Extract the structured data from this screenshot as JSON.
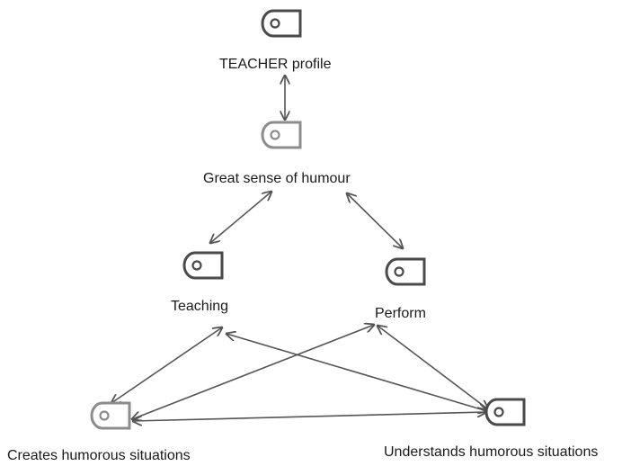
{
  "diagram": {
    "nodes": [
      {
        "id": "teacher",
        "label": "TEACHER profile",
        "icon": "code-node-icon",
        "emphasis": "dark"
      },
      {
        "id": "humour",
        "label": "Great sense of humour",
        "icon": "code-node-icon",
        "emphasis": "light"
      },
      {
        "id": "teaching",
        "label": "Teaching",
        "icon": "code-node-icon",
        "emphasis": "dark"
      },
      {
        "id": "perform",
        "label": "Perform",
        "icon": "code-node-icon",
        "emphasis": "dark"
      },
      {
        "id": "creates",
        "label": "Creates humorous situations",
        "icon": "code-node-icon",
        "emphasis": "light"
      },
      {
        "id": "understands",
        "label": "Understands humorous situations",
        "icon": "code-node-icon",
        "emphasis": "dark"
      }
    ],
    "edges": [
      {
        "from": "teacher",
        "to": "humour",
        "type": "bidirectional"
      },
      {
        "from": "humour",
        "to": "teaching",
        "type": "bidirectional"
      },
      {
        "from": "humour",
        "to": "perform",
        "type": "bidirectional"
      },
      {
        "from": "teaching",
        "to": "creates",
        "type": "bidirectional"
      },
      {
        "from": "teaching",
        "to": "understands",
        "type": "bidirectional"
      },
      {
        "from": "perform",
        "to": "creates",
        "type": "bidirectional"
      },
      {
        "from": "perform",
        "to": "understands",
        "type": "bidirectional"
      },
      {
        "from": "creates",
        "to": "understands",
        "type": "bidirectional"
      }
    ],
    "colors": {
      "edge": "#555555",
      "icon_dark": "#4a4a4a",
      "icon_light": "#8c8c8c",
      "text": "#1a1a1a"
    }
  }
}
